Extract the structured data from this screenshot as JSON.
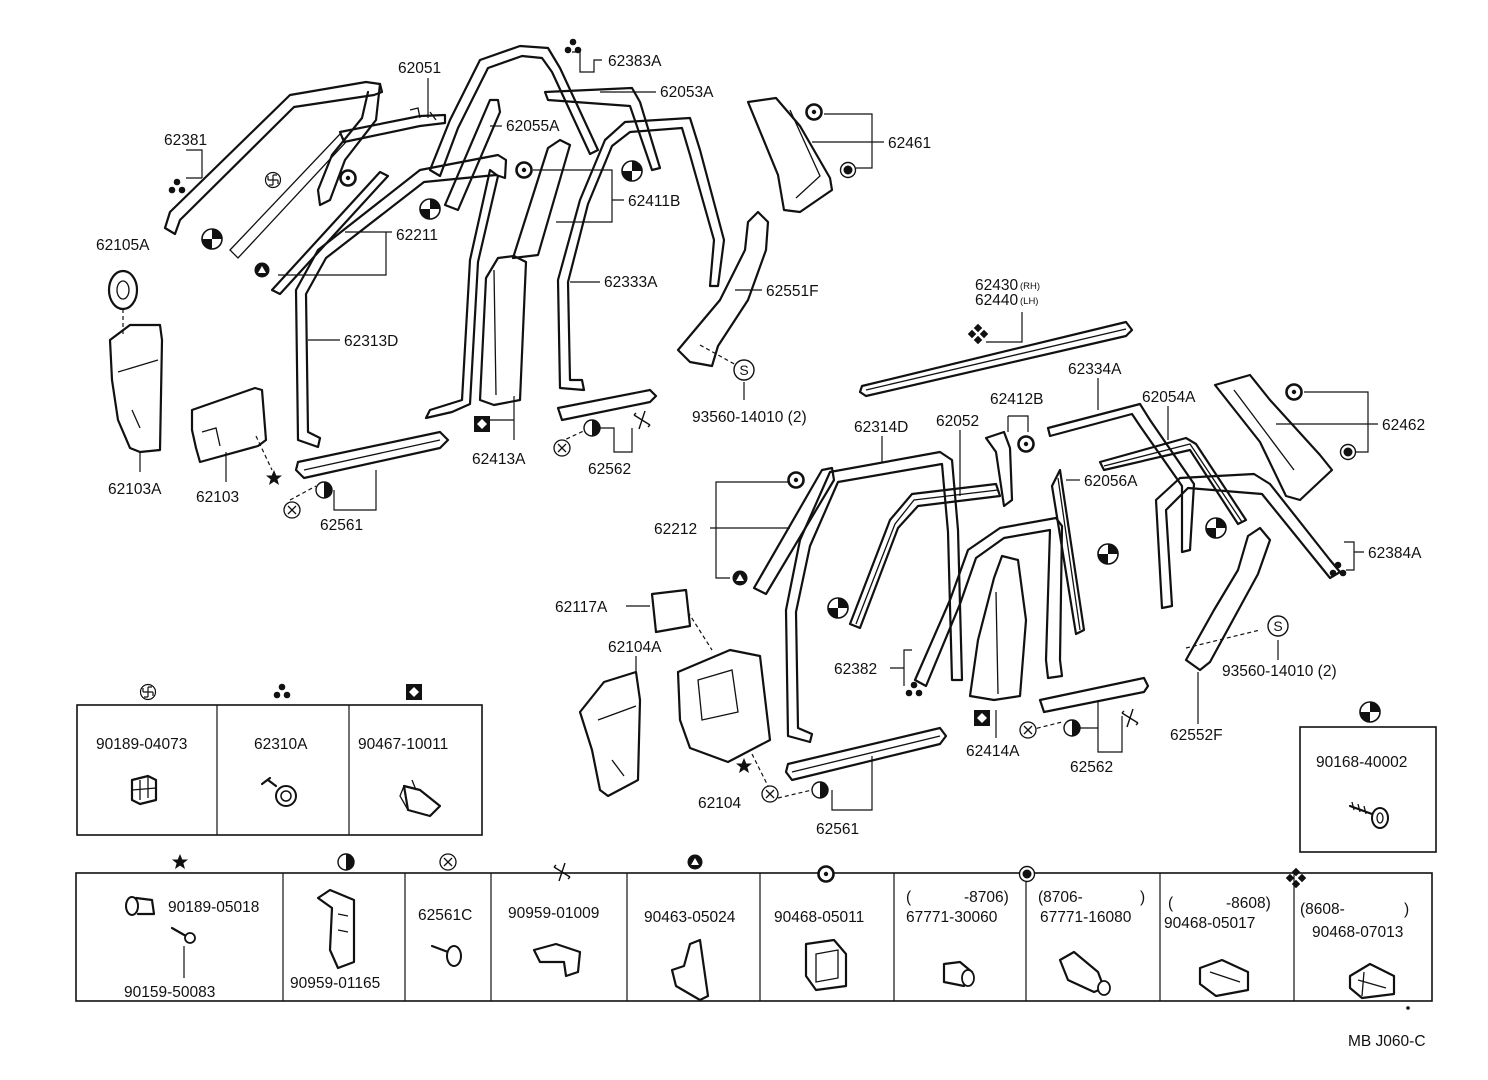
{
  "labels": {
    "p62051": "62051",
    "p62383A": "62383A",
    "p62053A": "62053A",
    "p62381": "62381",
    "p62055A": "62055A",
    "p62461": "62461",
    "p62411B": "62411B",
    "p62211": "62211",
    "p62105A": "62105A",
    "p62333A": "62333A",
    "p62551F": "62551F",
    "p62313D": "62313D",
    "p62430": "62430",
    "p62430_side": "(RH)",
    "p62440": "62440",
    "p62440_side": "(LH)",
    "p93560_a": "93560-14010 (2)",
    "p62334A": "62334A",
    "p62054A": "62054A",
    "p62412B": "62412B",
    "p62314D": "62314D",
    "p62052": "62052",
    "p62462": "62462",
    "p62413A": "62413A",
    "p62103A": "62103A",
    "p62103": "62103",
    "p62562_a": "62562",
    "p62561_a": "62561",
    "p62056A": "62056A",
    "p62212": "62212",
    "p62384A": "62384A",
    "p62117A": "62117A",
    "p62104A": "62104A",
    "p93560_b": "93560-14010 (2)",
    "p62382": "62382",
    "p62552F": "62552F",
    "p62414A": "62414A",
    "p62562_b": "62562",
    "p62104": "62104",
    "p62561_b": "62561",
    "code": "MB J060-C"
  },
  "table1": [
    {
      "part": "90189-04073",
      "symbol": "swastika-symbol-icon"
    },
    {
      "part": "62310A",
      "symbol": "three-dots-symbol-icon"
    },
    {
      "part": "90467-10011",
      "symbol": "square-diamond-symbol-icon"
    }
  ],
  "single_table": {
    "part": "90168-40002",
    "symbol": "quartered-circle-symbol-icon"
  },
  "table2": [
    {
      "part": "90189-05018",
      "part2": "90159-50083",
      "symbol": "star-symbol-icon"
    },
    {
      "part": "90959-01165",
      "symbol": "half-circle-symbol-icon"
    },
    {
      "part": "62561C",
      "symbol": "circle-x-symbol-icon"
    },
    {
      "part": "90959-01009",
      "symbol": "pinwheel-symbol-icon"
    },
    {
      "part": "90463-05024",
      "symbol": "circle-triangle-symbol-icon"
    },
    {
      "part": "90468-05011",
      "symbol": "circle-ring-symbol-icon"
    },
    {
      "part": "67771-30060",
      "date_l": "(",
      "date_r": "-8706)",
      "symbol": "filled-dot-symbol-icon"
    },
    {
      "part": "67771-16080",
      "date_l": "(8706-",
      "date_r": ")",
      "symbol": "filled-dot-symbol-icon"
    },
    {
      "part": "90468-05017",
      "date_l": "(",
      "date_r": "-8608)",
      "symbol": "four-squares-symbol-icon"
    },
    {
      "part": "90468-07013",
      "date_l": "(8608-",
      "date_r": ")",
      "symbol": "four-squares-symbol-icon"
    }
  ]
}
